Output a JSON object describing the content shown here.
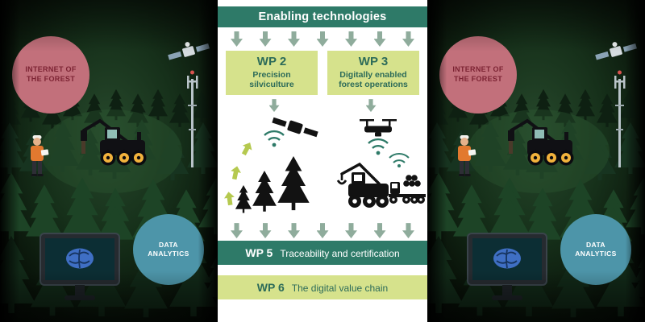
{
  "infographic": {
    "title": "Enabling technologies",
    "wp_boxes": [
      {
        "id": "WP 2",
        "label": "Precision silviculture"
      },
      {
        "id": "WP 3",
        "label": "Digitally enabled forest operations"
      }
    ],
    "wp_bars": [
      {
        "id": "WP 5",
        "label": "Traceability and certification"
      },
      {
        "id": "WP 6",
        "label": "The digital value chain"
      }
    ]
  },
  "scene": {
    "internet_label": "INTERNET OF THE FOREST",
    "analytics_label": "DATA ANALYTICS"
  },
  "icons": {
    "down-arrow": "solid chevron arrow",
    "growth-arrow": "lime up arrow",
    "satellite": "satellite with solar panels",
    "wifi": "signal arcs with dot",
    "pine-trees": "black pine silhouettes",
    "drone": "quadcopter drone",
    "harvester": "forest harvester with crane",
    "log-truck": "timber truck with logs",
    "radio-tower": "communication mast",
    "forest-worker": "worker with tablet",
    "monitor-brain": "screen with digital brain"
  },
  "colors": {
    "teal": "#2E7A68",
    "light_green": "#D6E28C",
    "arrow_green": "#8FAC9C",
    "lime": "#B5C94F",
    "badge_pink": "#C2707B",
    "badge_pink_text": "#7C2333",
    "badge_teal": "#4D95A9",
    "harvester_yellow": "#F2B23C",
    "icon_black": "#121212"
  }
}
